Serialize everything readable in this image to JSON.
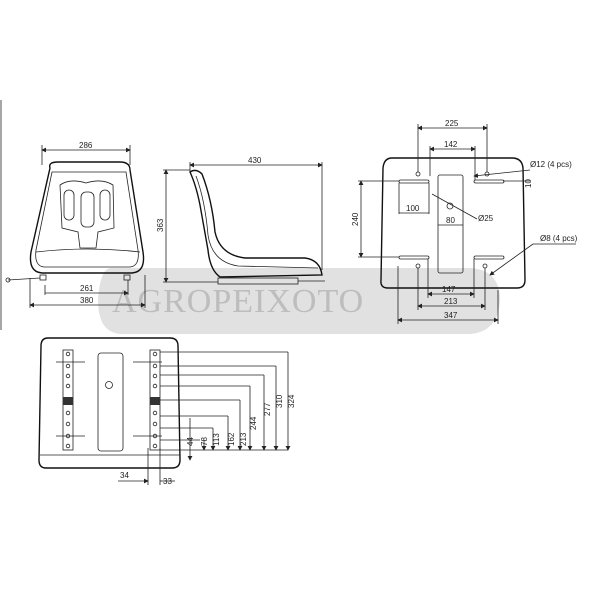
{
  "watermark": {
    "text": "AGROPEIXOTO"
  },
  "front_view": {
    "width_top": "286",
    "mount_spacing": "261",
    "overall_width": "380"
  },
  "side_view": {
    "depth": "430",
    "height": "363"
  },
  "base_plate": {
    "hole_spacing_outer": "225",
    "hole_spacing_inner": "142",
    "slot_spacing_vertical": "240",
    "slot_length": "100",
    "center_slot_width": "80",
    "center_hole": "Ø25",
    "hole_large": "Ø12 (4 pcs)",
    "hole_small": "Ø8 (4 pcs)",
    "edge_offset": "10",
    "bottom_dims": [
      "147",
      "213",
      "347"
    ]
  },
  "rail_plate": {
    "heights": [
      "44",
      "78",
      "113",
      "162",
      "213",
      "244",
      "277",
      "310",
      "324"
    ],
    "offset_left": "34",
    "offset_right": "33"
  }
}
